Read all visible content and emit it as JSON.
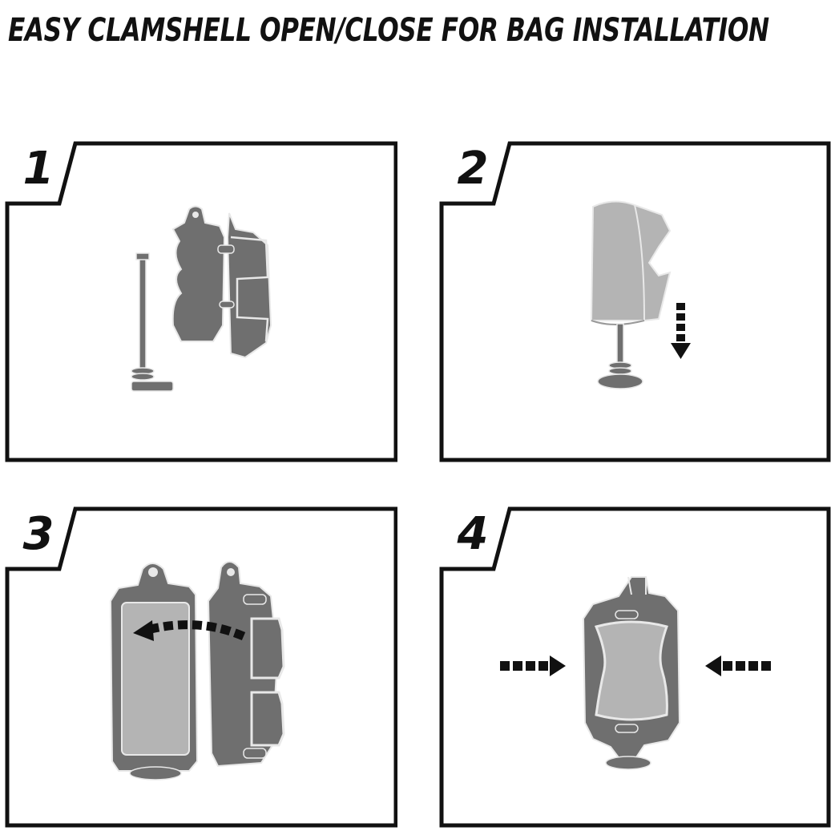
{
  "title": "EASY CLAMSHELL OPEN/CLOSE FOR BAG INSTALLATION",
  "steps": [
    {
      "number": "1"
    },
    {
      "number": "2"
    },
    {
      "number": "3"
    },
    {
      "number": "4"
    }
  ],
  "colors": {
    "ink": "#111111",
    "part_dark": "#6f6f6f",
    "part_light": "#b4b4b4",
    "outline": "#e8e8e8"
  }
}
